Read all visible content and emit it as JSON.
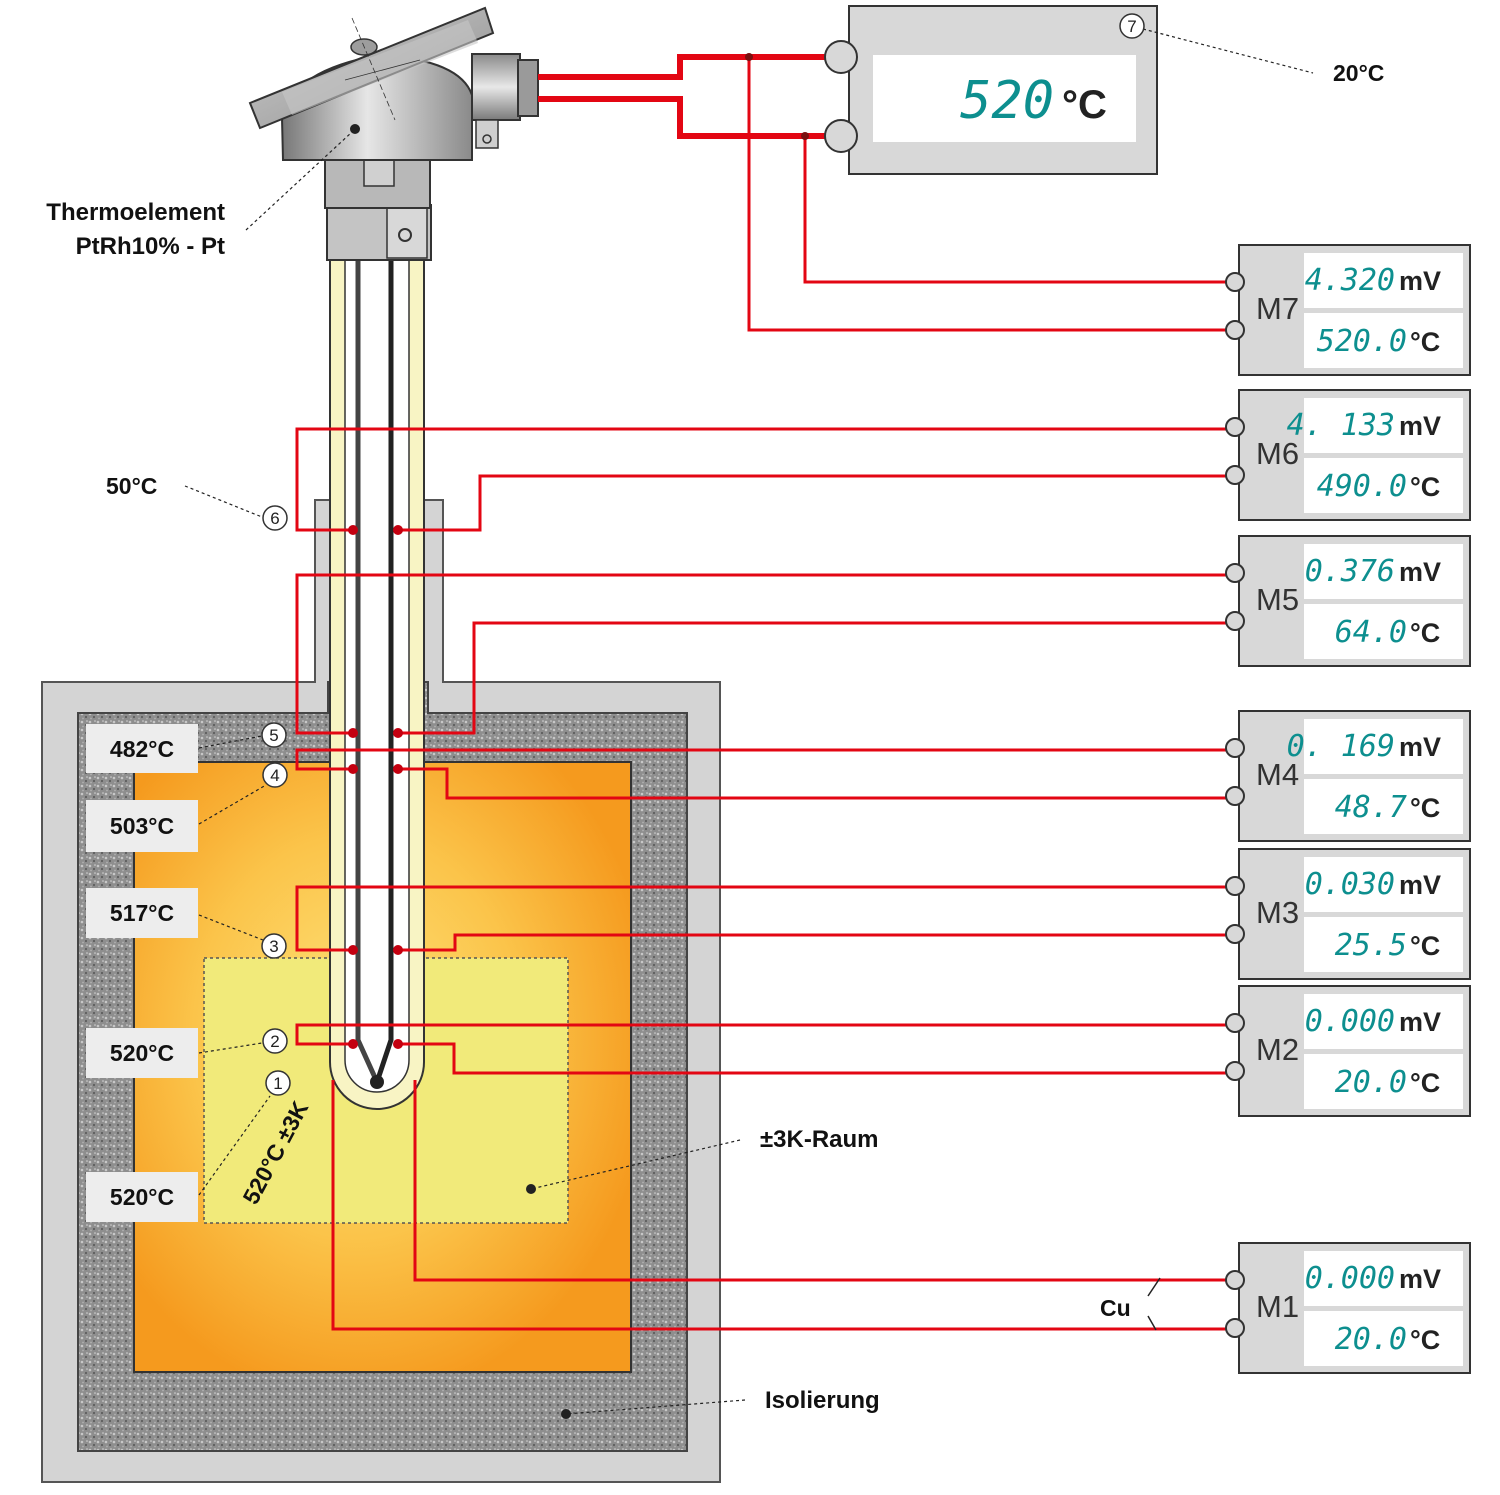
{
  "labels": {
    "thermo_line1": "Thermoelement",
    "thermo_line2": "PtRh10% - Pt",
    "temp_20": "20°C",
    "temp_50": "50°C",
    "raum": "±3K-Raum",
    "isolierung": "Isolierung",
    "cu": "Cu",
    "zone": "520°C ±3K"
  },
  "side_temps": [
    "482°C",
    "503°C",
    "517°C",
    "520°C",
    "520°C"
  ],
  "point_numbers": [
    "1",
    "2",
    "3",
    "4",
    "5",
    "6",
    "7"
  ],
  "display": {
    "value": "520",
    "unit": "°C"
  },
  "meters": [
    {
      "name": "M7",
      "mv": "4.320",
      "mv_unit": "mV",
      "temp": "520.0",
      "temp_unit": "°C"
    },
    {
      "name": "M6",
      "mv": "4. 133",
      "mv_unit": "mV",
      "temp": "490.0",
      "temp_unit": "°C"
    },
    {
      "name": "M5",
      "mv": "0.376",
      "mv_unit": "mV",
      "temp": "64.0",
      "temp_unit": "°C"
    },
    {
      "name": "M4",
      "mv": "0. 169",
      "mv_unit": "mV",
      "temp": "48.7",
      "temp_unit": "°C"
    },
    {
      "name": "M3",
      "mv": "0.030",
      "mv_unit": "mV",
      "temp": "25.5",
      "temp_unit": "°C"
    },
    {
      "name": "M2",
      "mv": "0.000",
      "mv_unit": "mV",
      "temp": "20.0",
      "temp_unit": "°C"
    },
    {
      "name": "M1",
      "mv": "0.000",
      "mv_unit": "mV",
      "temp": "20.0",
      "temp_unit": "°C"
    }
  ],
  "colors": {
    "wire": "#e30613",
    "lcd_digits": "#0d8f8f",
    "furnace_outer": "#f29a1c",
    "furnace_inner": "#fcd64a",
    "tolerance_zone": "#f0ea78",
    "insulation": "#8a8a8a",
    "housing": "#d4d4d4"
  }
}
